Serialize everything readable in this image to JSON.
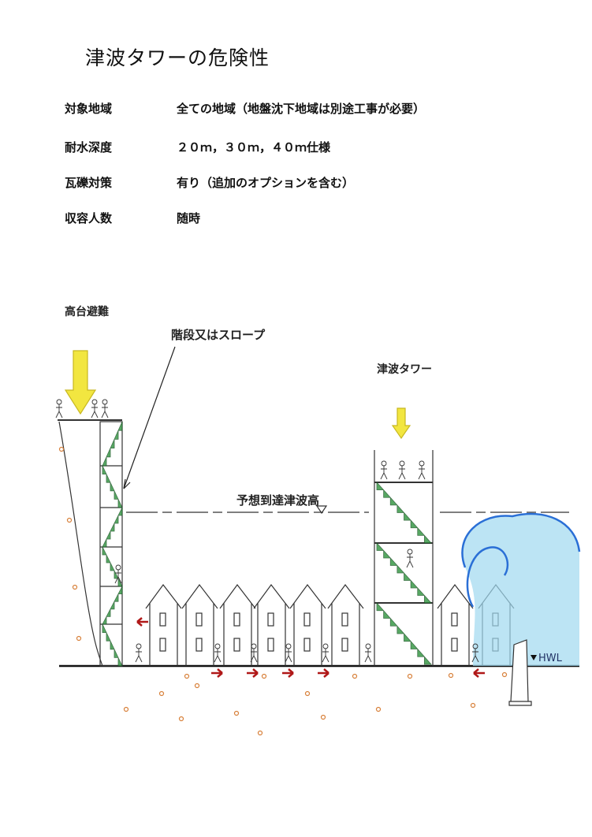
{
  "title": "津波タワーの危険性",
  "specs": [
    {
      "label": "対象地域",
      "value": "全ての地域（地盤沈下地域は別途工事が必要）"
    },
    {
      "label": "耐水深度",
      "value": "２０ｍ，３０ｍ，４０ｍ仕様"
    },
    {
      "label": "瓦礫対策",
      "value": "有り（追加のオプションを含む）"
    },
    {
      "label": "収容人数",
      "value": "随時"
    }
  ],
  "diagram": {
    "high_ground_label": "高台避難",
    "stairs_label": "階段又はスロープ",
    "tower_label": "津波タワー",
    "expected_height_label": "予想到達津波高",
    "hwl_label": "HWL",
    "colors": {
      "arrow_yellow": "#f2e640",
      "stairs_green": "#3a9a48",
      "wave_blue": "#2a6fd6",
      "wave_light": "#9fd8f0",
      "red_arrow": "#b01818",
      "soil": "#d8803a"
    }
  }
}
